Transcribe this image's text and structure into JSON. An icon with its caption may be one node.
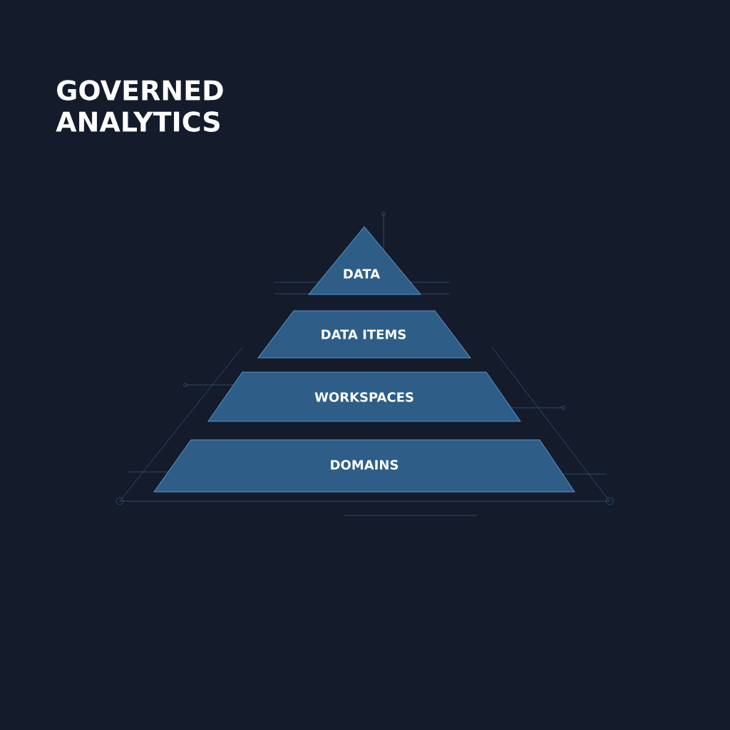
{
  "diagram": {
    "title": "GOVERNED ANALYTICS",
    "nodes": [
      {
        "text": [
          "DATA"
        ]
      },
      {
        "text": [
          "DATA ITEMS"
        ]
      },
      {
        "text": [
          "WORKSPACES"
        ]
      },
      {
        "text": [
          "DOMAINS"
        ]
      }
    ]
  }
}
